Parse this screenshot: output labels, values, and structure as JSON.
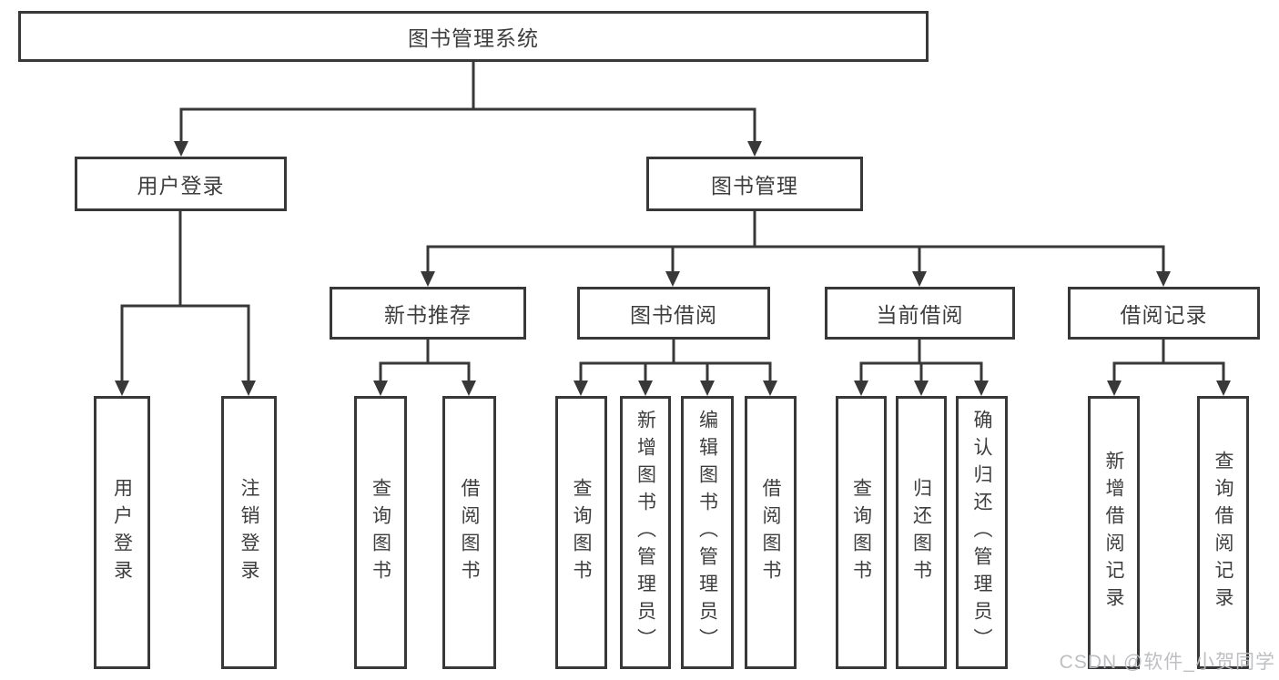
{
  "diagram": {
    "root": {
      "label": "图书管理系统"
    },
    "branches": {
      "user_login": {
        "label": "用户登录"
      },
      "book_mgmt": {
        "label": "图书管理"
      }
    },
    "modules": {
      "new_books": {
        "label": "新书推荐"
      },
      "borrowing": {
        "label": "图书借阅"
      },
      "current": {
        "label": "当前借阅"
      },
      "records": {
        "label": "借阅记录"
      }
    },
    "leaves": {
      "user_login": [
        "用户登录",
        "注销登录"
      ],
      "new_books": [
        "查询图书",
        "借阅图书"
      ],
      "borrowing": [
        "查询图书",
        "新增图书（管理员）",
        "编辑图书（管理员）",
        "借阅图书"
      ],
      "current": [
        "查询图书",
        "归还图书",
        "确认归还（管理员）"
      ],
      "records": [
        "新增借阅记录",
        "查询借阅记录"
      ]
    }
  },
  "watermark": {
    "text": "CSDN @软件_小贺同学"
  },
  "colors": {
    "line": "#383838",
    "text": "#3e3e3e",
    "background": "#ffffff",
    "watermark": "#b9bcbf"
  }
}
